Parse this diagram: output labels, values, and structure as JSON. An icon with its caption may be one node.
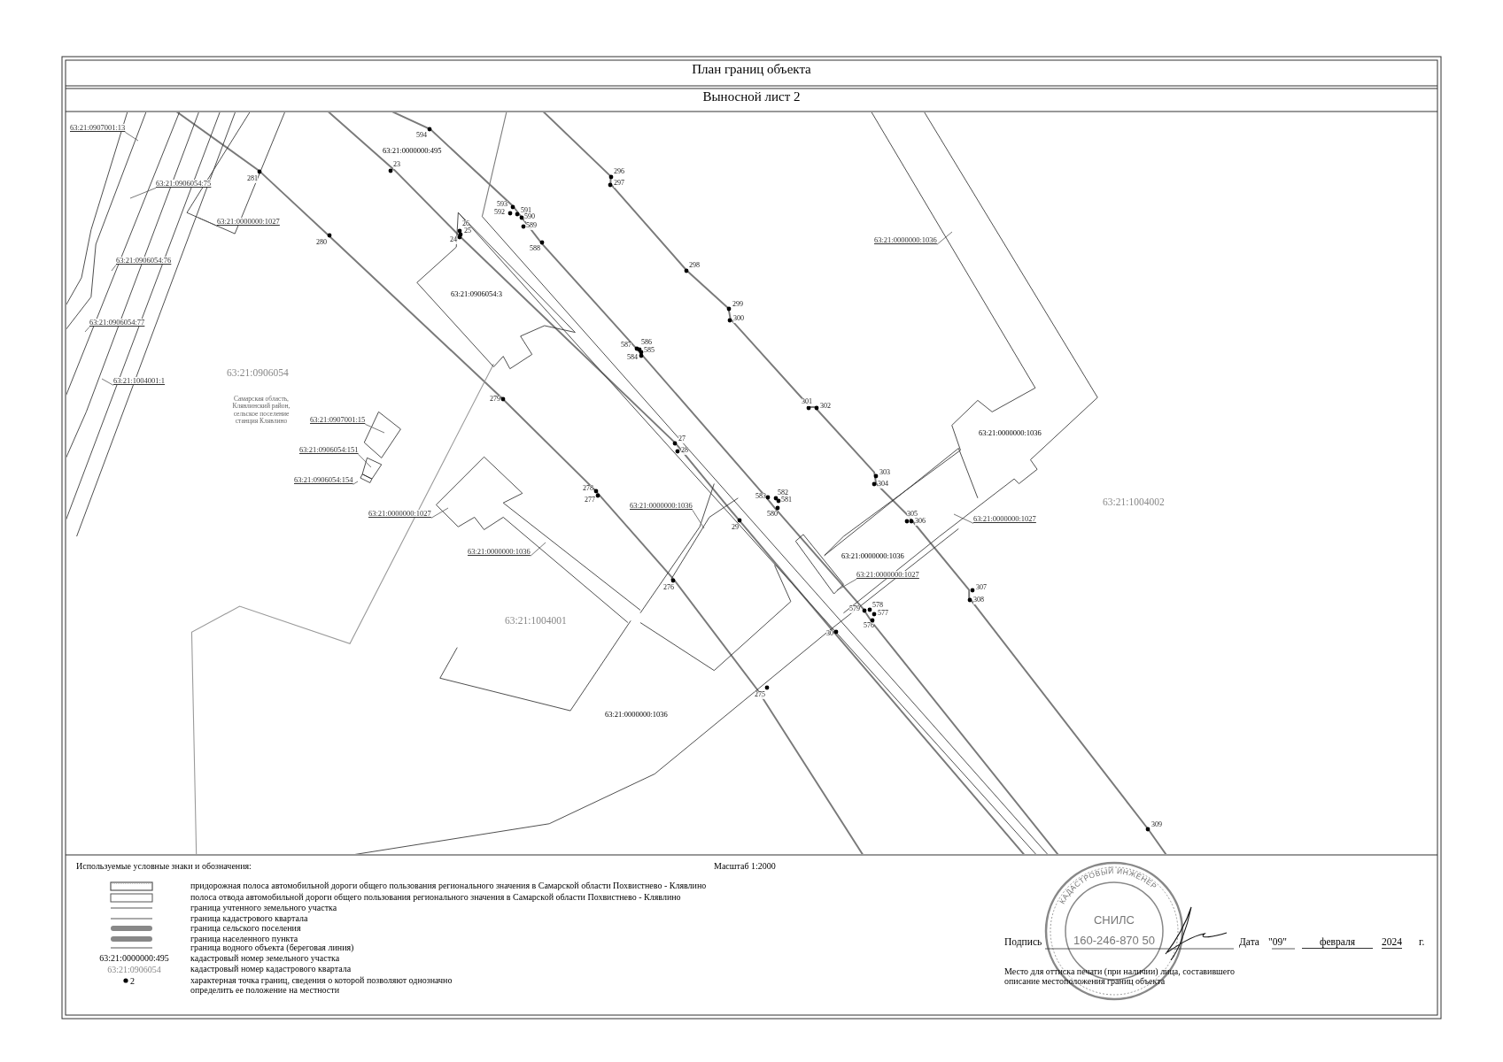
{
  "diagram": {
    "title": "План границ объекта",
    "nodes": [
      {
        "text": [
          "63:21:0907001:13"
        ]
      },
      {
        "text": [
          "63:21:0906054:75"
        ]
      },
      {
        "text": [
          "63:21:0000000:1027"
        ]
      },
      {
        "text": [
          "63:21:0906054:76"
        ]
      },
      {
        "text": [
          "63:21:0906054:77"
        ]
      },
      {
        "text": [
          "63:21:1004001:1"
        ]
      },
      {
        "text": [
          "63:21:0000000:1036"
        ]
      },
      {
        "text": [
          "63:21:0907001:15"
        ]
      },
      {
        "text": [
          "63:21:0906054:151"
        ]
      },
      {
        "text": [
          "63:21:0906054:154"
        ]
      },
      {
        "text": [
          "63:21:0000000:1027"
        ]
      },
      {
        "text": [
          "63:21:0000000:1036"
        ]
      },
      {
        "text": [
          "63:21:0000000:1027"
        ]
      },
      {
        "text": [
          "63:21:0000000:1036"
        ]
      },
      {
        "text": [
          "63:21:0000000:1027"
        ]
      }
    ],
    "edges": [
      {
        "from": 0,
        "to": null,
        "arrow": "none"
      },
      {
        "from": 1,
        "to": null,
        "arrow": "none"
      },
      {
        "from": 2,
        "to": null,
        "arrow": "none"
      },
      {
        "from": 3,
        "to": null,
        "arrow": "none"
      },
      {
        "from": 4,
        "to": null,
        "arrow": "none"
      },
      {
        "from": 5,
        "to": null,
        "arrow": "none"
      },
      {
        "from": 6,
        "to": null,
        "arrow": "none"
      },
      {
        "from": 7,
        "to": null,
        "arrow": "none"
      },
      {
        "from": 8,
        "to": null,
        "arrow": "none"
      },
      {
        "from": 9,
        "to": null,
        "arrow": "none"
      },
      {
        "from": 10,
        "to": null,
        "arrow": "none"
      },
      {
        "from": 11,
        "to": null,
        "arrow": "none"
      },
      {
        "from": 12,
        "to": null,
        "arrow": "none"
      },
      {
        "from": 13,
        "to": null,
        "arrow": "none"
      },
      {
        "from": 14,
        "to": null,
        "arrow": "none"
      }
    ],
    "labels": [
      "Выносной лист 2",
      "594",
      "63:21:0000000:495",
      "23",
      "281",
      "296",
      "297",
      "593",
      "592",
      "591",
      "590",
      "26",
      "589",
      "25",
      "24",
      "588",
      "280",
      "298",
      "63:21:0906054:3",
      "299",
      "300",
      "587",
      "586",
      "585",
      "584",
      "63:21:0906054",
      "Самарская область, Клявлинский район, сельское поселение станция Клявлино",
      "279",
      "301",
      "302",
      "27",
      "28",
      "63:21:0000000:1036",
      "303",
      "304",
      "278",
      "277",
      "583",
      "582",
      "581",
      "580",
      "63:21:1004002",
      "29",
      "305",
      "306",
      "63:21:0000000:1036",
      "307",
      "308",
      "276",
      "579",
      "578",
      "577",
      "576",
      "63:21:1004001",
      "30",
      "275",
      "63:21:0000000:1036",
      "309",
      "Используемые условные знаки и обозначения:",
      "Масштаб 1:2000",
      "63:21:0000000:495",
      "63:21:0906054",
      "2",
      "КАДАСТРОВЫЙ ИНЖЕНЕР",
      "СНИЛС",
      "Подпись",
      "160-246-870 50",
      "Дата",
      "\"09\"",
      "февраля",
      "2024",
      "г.",
      "Место для оттиска печати (при наличии) лица, составившего описание местоположения границ объекта"
    ],
    "legend": [
      {
        "text": "придорожная полоса автомобильной дороги общего пользования регионального значения в Самарской области Похвистнево - Клявлино"
      },
      {
        "text": "полоса отвода автомобильной дороги общего пользования регионального значения в Самарской области Похвистнево - Клявлино"
      },
      {
        "text": "граница учтенного земельного участка"
      },
      {
        "text": "граница кадастрового квартала"
      },
      {
        "text": "граница сельского поселения"
      },
      {
        "text": "граница населенного пункта"
      },
      {
        "text": "граница водного объекта (береговая линия)"
      },
      {
        "text": "кадастровый номер земельного участка"
      },
      {
        "text": "кадастровый номер кадастрового квартала"
      },
      {
        "text": "характерная точка границ, сведения о которой позволяют однозначно определить ее положение на местности"
      }
    ]
  }
}
